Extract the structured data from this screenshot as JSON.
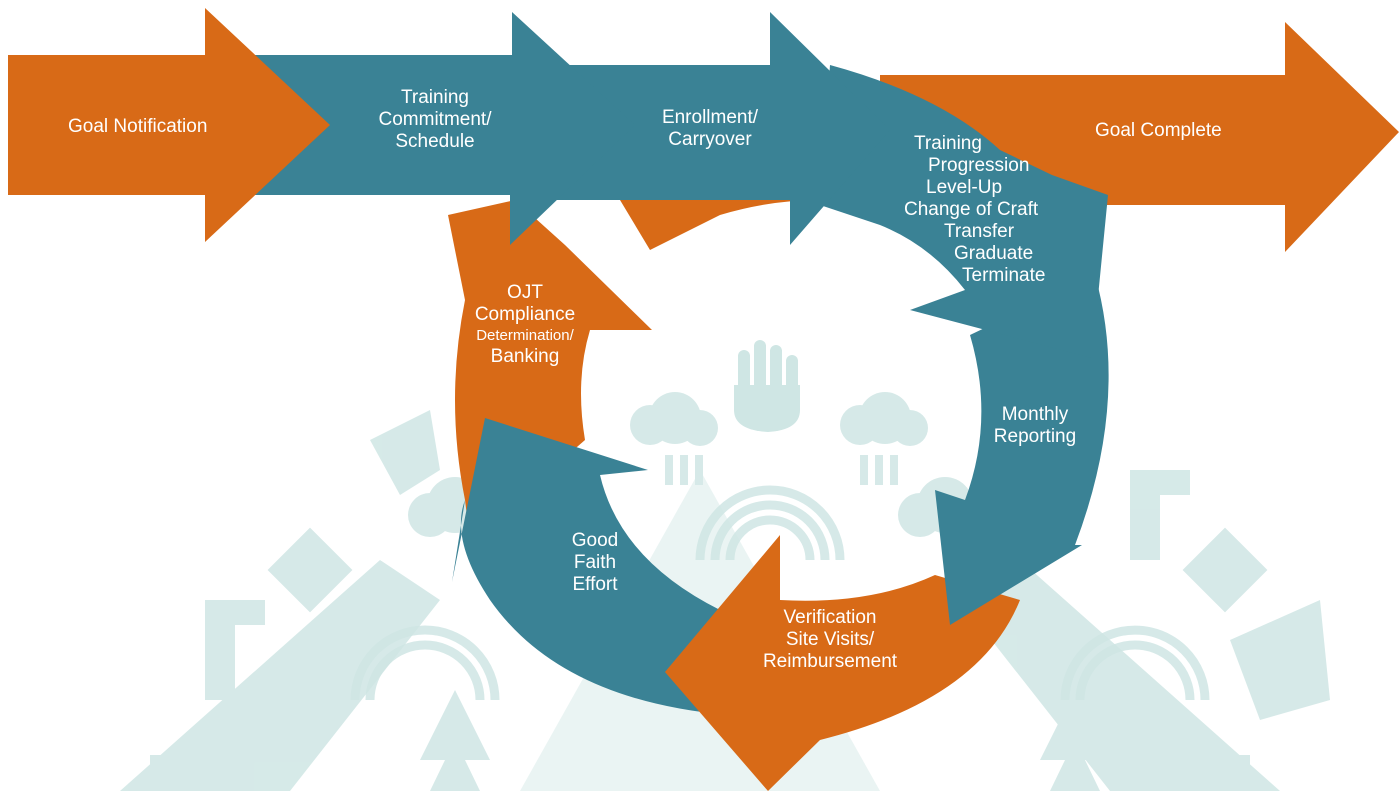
{
  "colors": {
    "orange": "#d86a17",
    "teal": "#3a8295",
    "pattern": "#cfe6e4"
  },
  "steps": {
    "goal_notification": "Goal Notification",
    "training_commitment": [
      "Training",
      "Commitment/",
      "Schedule"
    ],
    "enrollment": [
      "Enrollment/",
      "Carryover"
    ],
    "training_progression": [
      "Training",
      "Progression",
      "Level-Up",
      "Change of Craft",
      "Transfer",
      "Graduate",
      "Terminate"
    ],
    "goal_complete": "Goal Complete",
    "monthly_reporting": [
      "Monthly",
      "Reporting"
    ],
    "verification": [
      "Verification",
      "Site Visits/",
      "Reimbursement"
    ],
    "good_faith": [
      "Good",
      "Faith",
      "Effort"
    ],
    "ojt": [
      "OJT",
      "Compliance",
      "Determination/",
      "Banking"
    ]
  },
  "icons": {
    "center": "raised-hand-icon",
    "background": "southwest-pattern"
  }
}
